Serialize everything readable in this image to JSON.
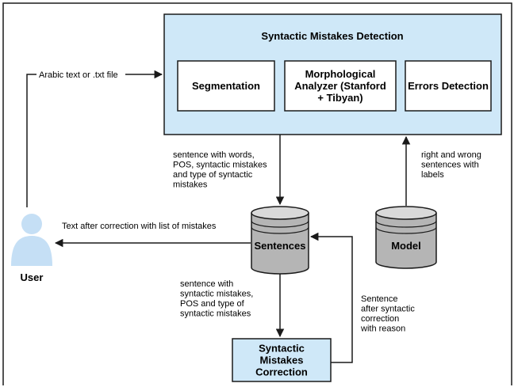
{
  "detection_panel": {
    "title": "Syntactic Mistakes Detection",
    "boxes": {
      "segmentation": [
        "Segmentation"
      ],
      "morphological": [
        "Morphological",
        "Analyzer (Stanford",
        "+ Tibyan)"
      ],
      "errors_detection": [
        "Errors Detection"
      ]
    }
  },
  "datastores": {
    "sentences": "Sentences",
    "model": "Model"
  },
  "correction_box": [
    "Syntactic",
    "Mistakes",
    "Correction"
  ],
  "actor": {
    "label": "User"
  },
  "edge_labels": {
    "input": [
      "Arabic text or .txt file"
    ],
    "detection_to_sentences": [
      "sentence with words,",
      "POS, syntactic mistakes",
      "and type of syntactic",
      "mistakes"
    ],
    "model_to_detection": [
      "right and wrong",
      "sentences with",
      "labels"
    ],
    "output": [
      "Text after correction with list of mistakes"
    ],
    "sentences_to_correction": [
      "sentence with",
      "syntactic mistakes,",
      "POS and type of",
      "syntactic mistakes"
    ],
    "correction_to_sentences": [
      "Sentence",
      "after syntactic",
      "correction",
      "with reason"
    ]
  },
  "colors": {
    "panel_fill": "#cfe8f8",
    "box_fill": "#ffffff",
    "db_fill": "#b5b5b5",
    "db_top": "#d9d9d9",
    "user_fill": "#c5dff5",
    "stroke": "#1a1a1a"
  }
}
